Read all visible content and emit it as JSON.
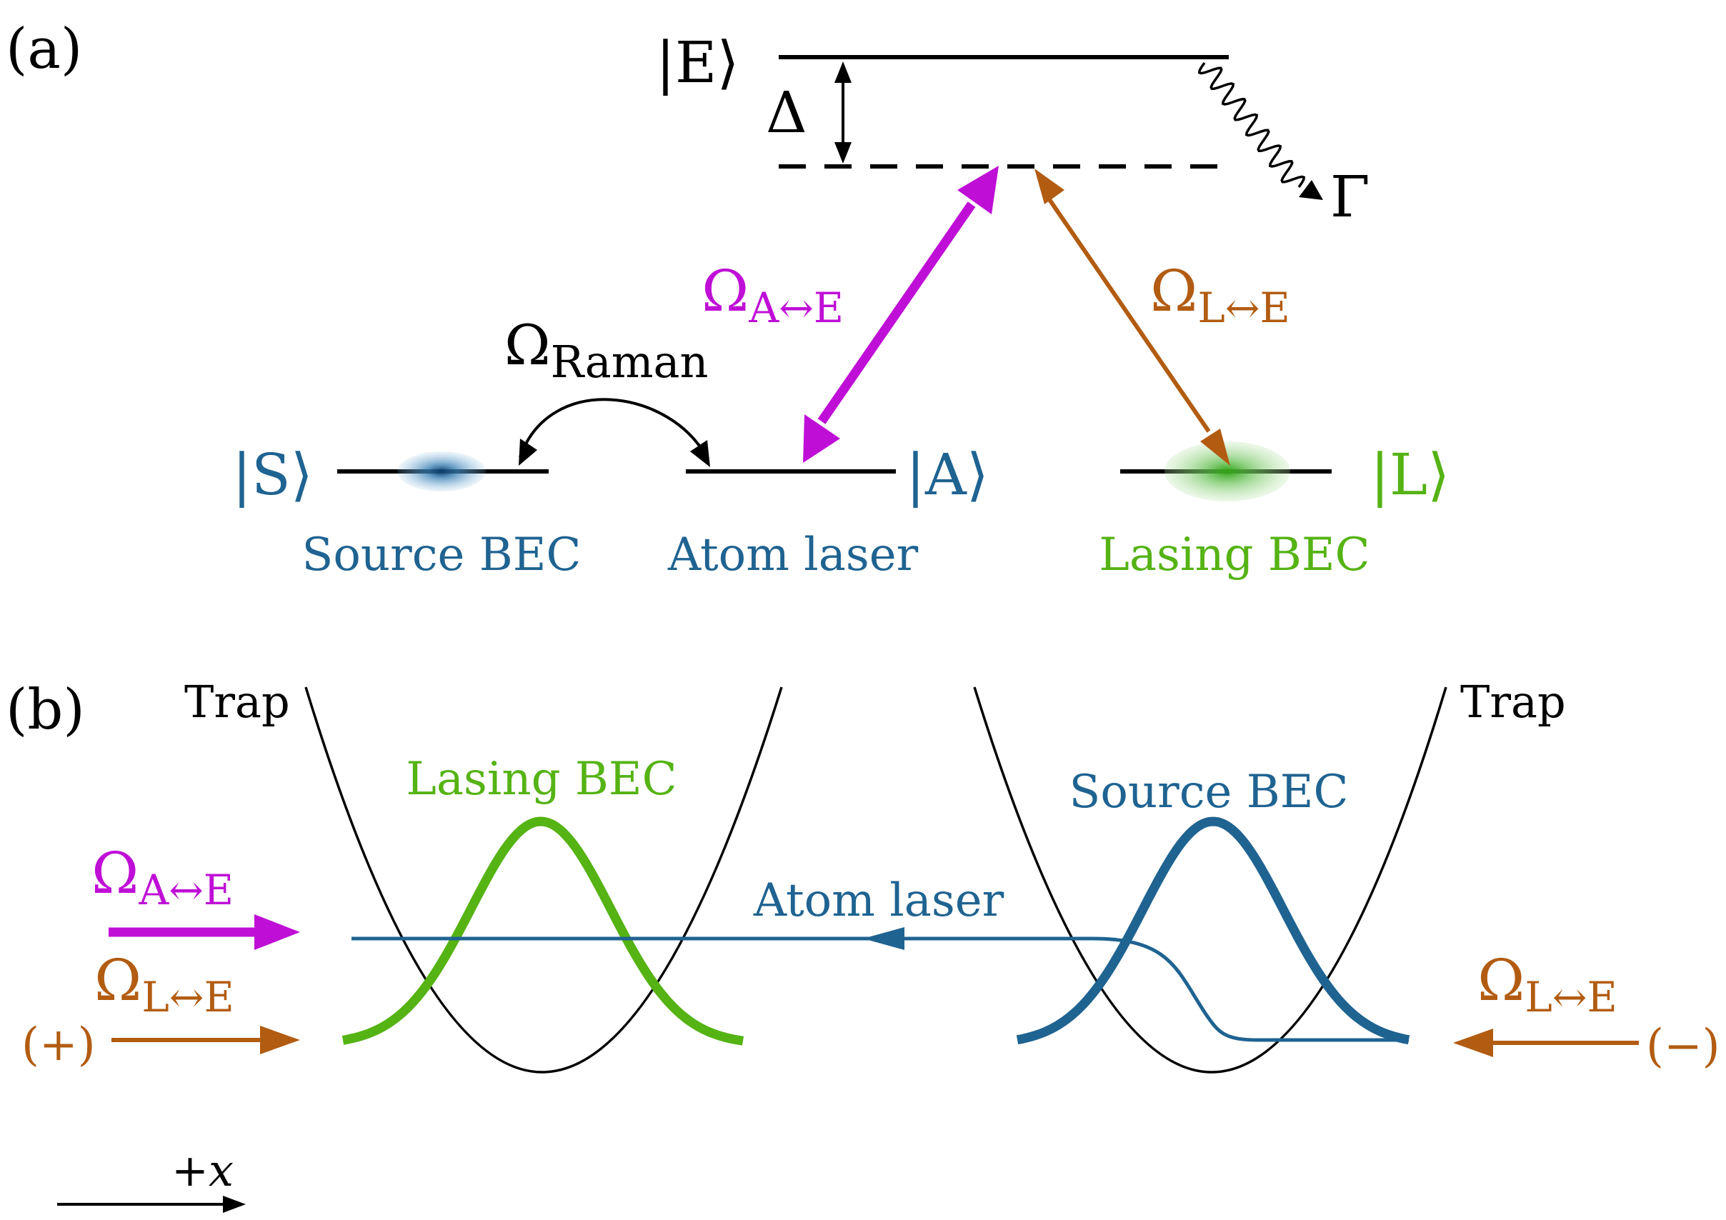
{
  "panel_a": {
    "label": "(a)",
    "excited_state": "|E⟩",
    "detuning": "Δ",
    "decay": "Γ",
    "rabi_ae": {
      "symbol": "Ω",
      "sub": "A↔E"
    },
    "rabi_le": {
      "symbol": "Ω",
      "sub": "L↔E"
    },
    "rabi_raman": {
      "symbol": "Ω",
      "sub": "Raman"
    },
    "state_s": "|S⟩",
    "state_a": "|A⟩",
    "state_l": "|L⟩",
    "caption_source": "Source BEC",
    "caption_atom_laser": "Atom laser",
    "caption_lasing": "Lasing BEC"
  },
  "panel_b": {
    "label": "(b)",
    "trap_left": "Trap",
    "trap_right": "Trap",
    "lasing_bec": "Lasing BEC",
    "source_bec": "Source BEC",
    "atom_laser": "Atom laser",
    "beam_ae": {
      "symbol": "Ω",
      "sub": "A↔E"
    },
    "beam_le_left": {
      "symbol": "Ω",
      "sub": "L↔E",
      "polarity": "(+)"
    },
    "beam_le_right": {
      "symbol": "Ω",
      "sub": "L↔E",
      "polarity": "(−)"
    },
    "axis_label": "+x"
  },
  "colors": {
    "black": "#000000",
    "blue": "#1f6391",
    "magenta": "#bf0fd6",
    "orange": "#b25c12",
    "green": "#55b314"
  }
}
